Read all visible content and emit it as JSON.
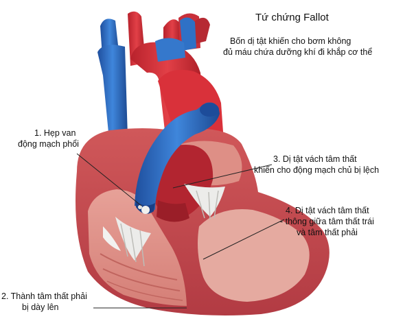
{
  "title": "Tứ chứng Fallot",
  "subtitle": [
    "Bốn dị tật khiến cho bơm không",
    "đủ máu chứa dưỡng khí đi khắp cơ thể"
  ],
  "labels": [
    {
      "id": "1",
      "lines": [
        "1. Hẹp van",
        "động mạch phổi"
      ]
    },
    {
      "id": "2",
      "lines": [
        "2. Thành tâm thất phải",
        "bị dày lên"
      ]
    },
    {
      "id": "3",
      "lines": [
        "3. Dị tật vách tâm thất",
        "khiến cho động mạch chủ bị lệch"
      ]
    },
    {
      "id": "4",
      "lines": [
        "4. Dị tật vách tâm thất",
        "- thông giữa tâm thất trái",
        "và tâm thất phải"
      ]
    }
  ],
  "colors": {
    "aorta": "#d9313a",
    "vena_cava": "#2d6fc4",
    "muscle": "#c6464c",
    "muscle_light": "#e6a79c",
    "valve": "#ededea",
    "text": "#111111"
  }
}
